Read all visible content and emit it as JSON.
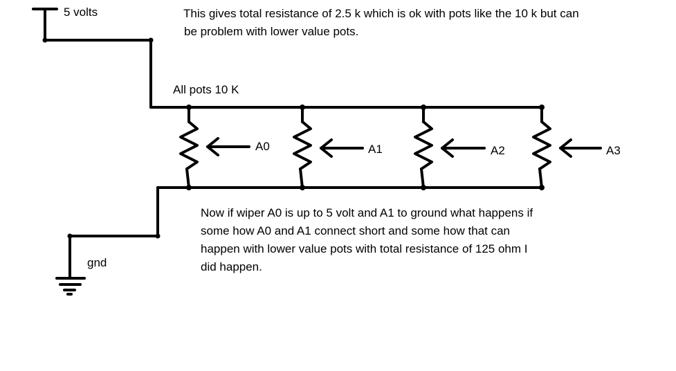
{
  "supply": {
    "label": "5 volts"
  },
  "ground": {
    "label": "gnd"
  },
  "pots_label": "All pots 10 K",
  "note_top": {
    "line1": "This gives total resistance of 2.5 k which is ok with pots like the 10 k but can",
    "line2": "be problem with lower value pots."
  },
  "note_bottom": {
    "lines": [
      "Now if wiper A0 is up to 5 volt  and A1 to ground what happens if",
      "some how A0 and A1 connect  short and some how that can",
      "happen with lower value pots with total resistance of 125 ohm I",
      "did happen."
    ]
  },
  "wipers": [
    {
      "label": "A0"
    },
    {
      "label": "A1"
    },
    {
      "label": "A2"
    },
    {
      "label": "A3"
    }
  ]
}
